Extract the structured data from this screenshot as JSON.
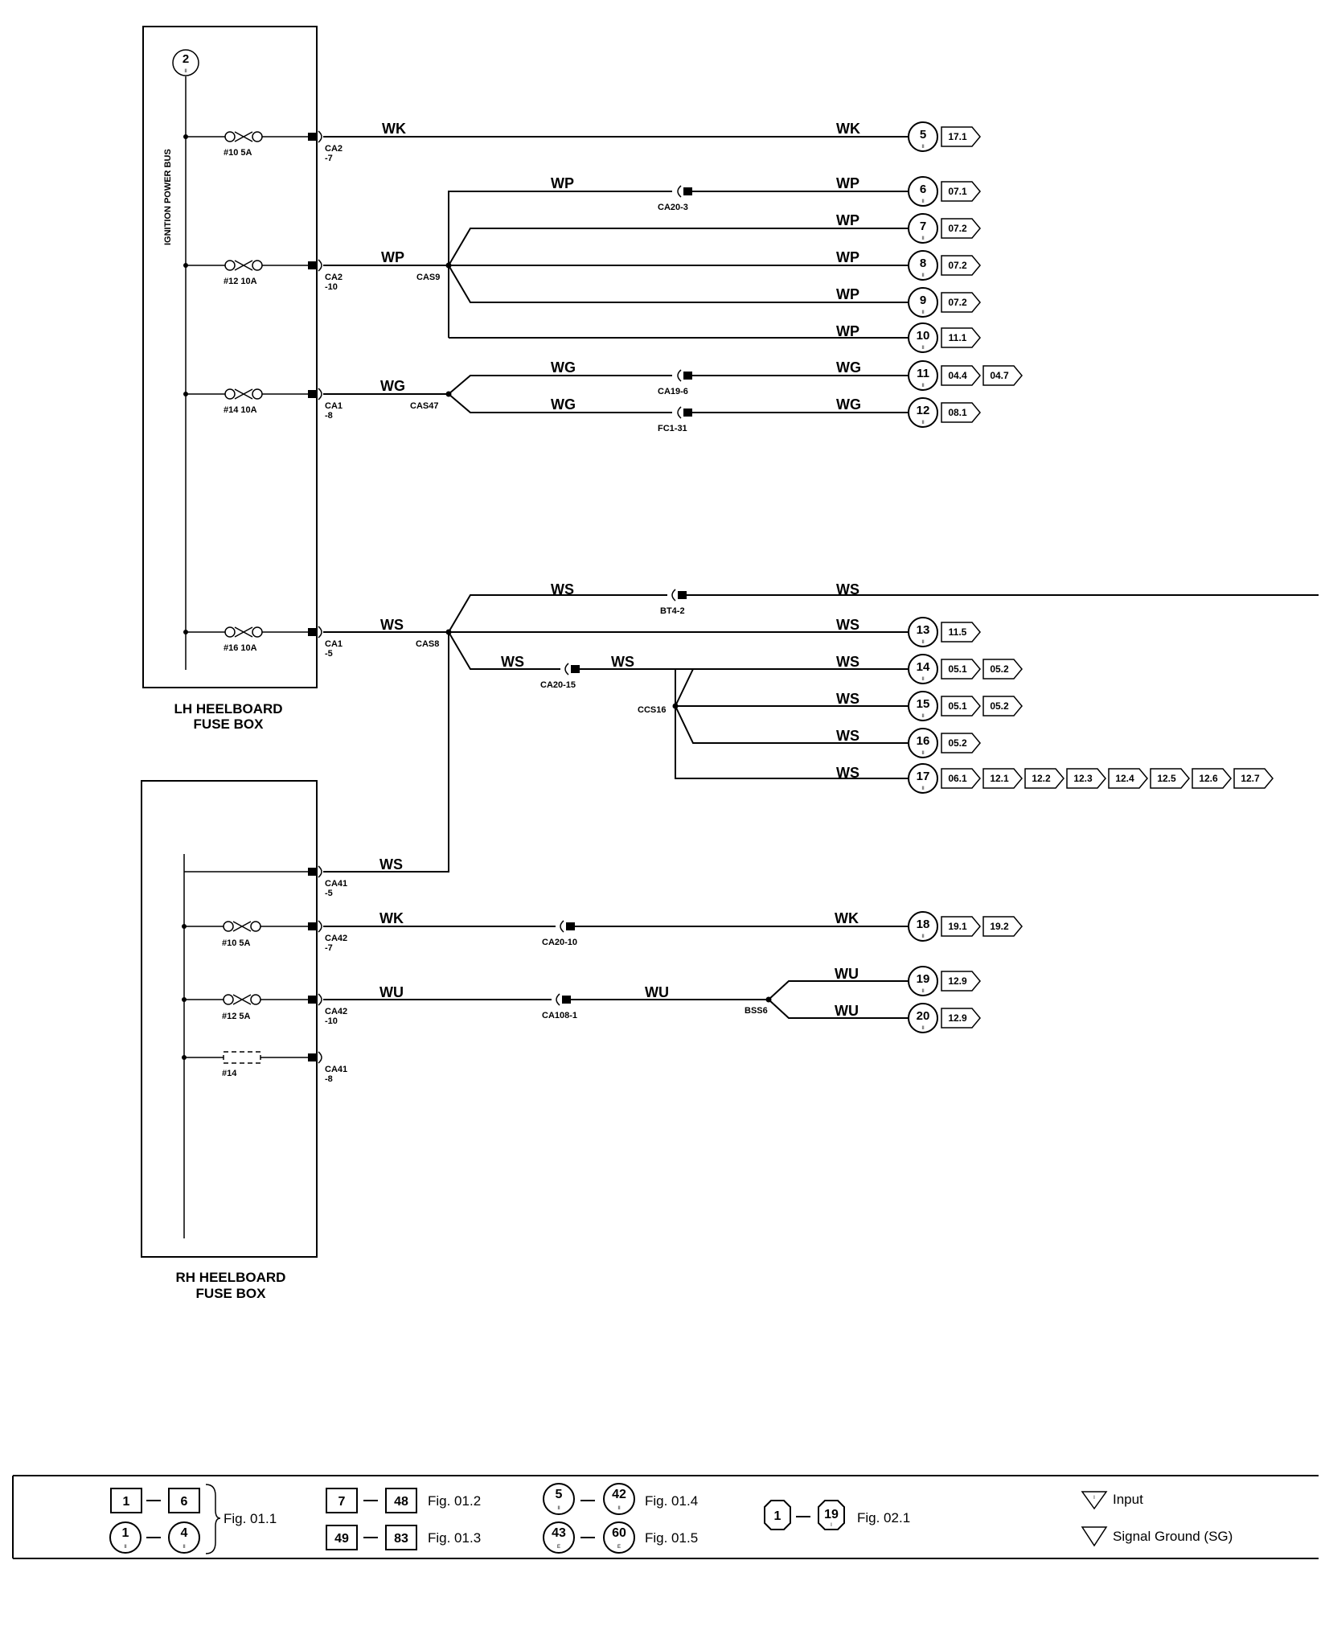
{
  "lh_box": {
    "title_line1": "LH HEELBOARD",
    "title_line2": "FUSE BOX",
    "bus_label": "IGNITION POWER BUS",
    "bus_terminal": {
      "num": "2",
      "sub": "II"
    }
  },
  "rh_box": {
    "title_line1": "RH HEELBOARD",
    "title_line2": "FUSE BOX"
  },
  "fuses": [
    {
      "label": "#10 5A"
    },
    {
      "label": "#12 10A"
    },
    {
      "label": "#14 10A"
    },
    {
      "label": "#16 10A"
    },
    {
      "label": "#10 5A"
    },
    {
      "label": "#12 5A"
    },
    {
      "label": "#14"
    }
  ],
  "connectors": [
    {
      "l1": "CA2",
      "l2": "-7"
    },
    {
      "l1": "CA2",
      "l2": "-10"
    },
    {
      "l1": "CA1",
      "l2": "-8"
    },
    {
      "l1": "CA1",
      "l2": "-5"
    },
    {
      "l1": "CA41",
      "l2": "-5"
    },
    {
      "l1": "CA42",
      "l2": "-7"
    },
    {
      "l1": "CA42",
      "l2": "-10"
    },
    {
      "l1": "CA41",
      "l2": "-8"
    }
  ],
  "splices": [
    "CAS9",
    "CAS47",
    "CAS8",
    "CCS16",
    "BSS6"
  ],
  "inline_connectors": [
    "CA20-3",
    "CA19-6",
    "FC1-31",
    "BT4-2",
    "CA20-15",
    "CA20-10",
    "CA108-1"
  ],
  "wire_labels": {
    "wk": "WK",
    "wp": "WP",
    "wg": "WG",
    "ws": "WS",
    "wu": "WU"
  },
  "terminals": [
    {
      "num": "5",
      "sub": "II",
      "refs": [
        "17.1"
      ]
    },
    {
      "num": "6",
      "sub": "II",
      "refs": [
        "07.1"
      ]
    },
    {
      "num": "7",
      "sub": "II",
      "refs": [
        "07.2"
      ]
    },
    {
      "num": "8",
      "sub": "II",
      "refs": [
        "07.2"
      ]
    },
    {
      "num": "9",
      "sub": "II",
      "refs": [
        "07.2"
      ]
    },
    {
      "num": "10",
      "sub": "II",
      "refs": [
        "11.1"
      ]
    },
    {
      "num": "11",
      "sub": "II",
      "refs": [
        "04.4",
        "04.7"
      ]
    },
    {
      "num": "12",
      "sub": "II",
      "refs": [
        "08.1"
      ]
    },
    {
      "num": "13",
      "sub": "II",
      "refs": [
        "11.5"
      ]
    },
    {
      "num": "14",
      "sub": "II",
      "refs": [
        "05.1",
        "05.2"
      ]
    },
    {
      "num": "15",
      "sub": "II",
      "refs": [
        "05.1",
        "05.2"
      ]
    },
    {
      "num": "16",
      "sub": "II",
      "refs": [
        "05.2"
      ]
    },
    {
      "num": "17",
      "sub": "II",
      "refs": [
        "06.1",
        "12.1",
        "12.2",
        "12.3",
        "12.4",
        "12.5",
        "12.6",
        "12.7"
      ]
    },
    {
      "num": "18",
      "sub": "II",
      "refs": [
        "19.1",
        "19.2"
      ]
    },
    {
      "num": "19",
      "sub": "II",
      "refs": [
        "12.9"
      ]
    },
    {
      "num": "20",
      "sub": "II",
      "refs": [
        "12.9"
      ]
    }
  ],
  "legend": {
    "g1": {
      "a": "1",
      "b": "6",
      "c": "1",
      "c_sub": "II",
      "d": "4",
      "d_sub": "II",
      "fig": "Fig. 01.1"
    },
    "g2": {
      "a": "7",
      "b": "48",
      "fig_a": "Fig. 01.2",
      "c": "49",
      "d": "83",
      "fig_b": "Fig. 01.3"
    },
    "g3": {
      "a": "5",
      "a_sub": "II",
      "b": "42",
      "b_sub": "II",
      "fig_a": "Fig. 01.4",
      "c": "43",
      "c_sub": "E",
      "d": "60",
      "d_sub": "E",
      "fig_b": "Fig. 01.5"
    },
    "g4": {
      "a": "1",
      "b": "19",
      "b_sub": "I",
      "fig": "Fig. 02.1"
    },
    "symbols": {
      "input_mark": "I",
      "input": "Input",
      "ground": "Signal Ground (SG)"
    }
  }
}
